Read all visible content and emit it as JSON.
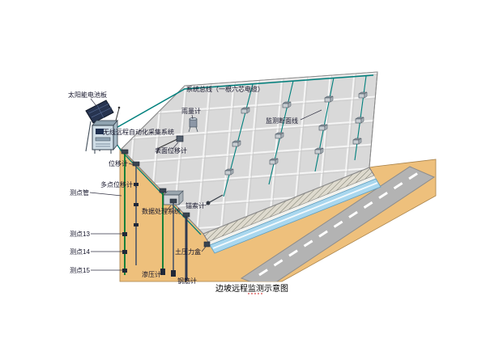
{
  "diagram": {
    "caption": "边坡远程监测示意图",
    "labels": {
      "solar_panel": "太阳能电池板",
      "system_bus": "系统总线（一根六芯电缆）",
      "rain_gauge": "雨量计",
      "monitoring_section_line": "监测断面线",
      "wireless_acquisition_system": "无线远程自动化采集系统",
      "surface_displacement_meter": "表面位移计",
      "displacement_meter": "位移计",
      "multipoint_displacement_meter": "多点位移计",
      "measuring_point_tube": "测点管",
      "data_processing_system": "数据处理系统",
      "anchor_cable_meter": "锚索计",
      "measuring_point_13": "测点13",
      "measuring_point_14": "测点14",
      "measuring_point_15": "测点15",
      "earth_pressure_cell": "土压力盒",
      "seepage_pressure_meter": "渗压计",
      "rebar_meter": "钢筋计"
    },
    "colors": {
      "ground": "#eec07c",
      "slope": "#d9d9d9",
      "grid_line": "#f5f5f5",
      "water_channel": "#a9d7ee",
      "road": "#b3b3b3",
      "cable": "#00807d",
      "borehole": "#007a33",
      "label_text": "#14142a"
    }
  }
}
